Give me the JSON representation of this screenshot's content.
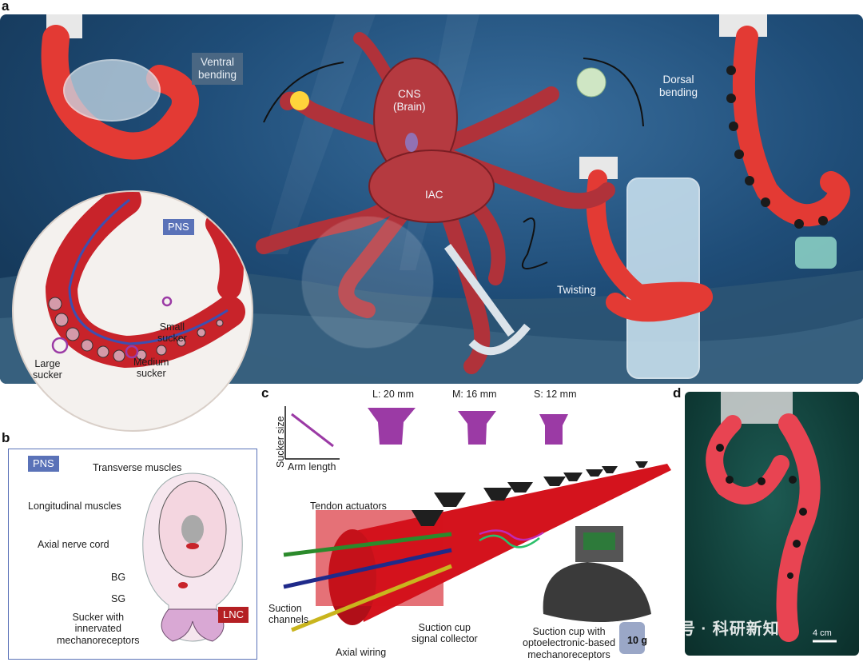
{
  "panels": {
    "a": "a",
    "b": "b",
    "c": "c",
    "d": "d"
  },
  "panel_a": {
    "ventral_bending": "Ventral\nbending",
    "dorsal_bending": "Dorsal\nbending",
    "twisting": "Twisting",
    "cns": "CNS\n(Brain)",
    "iac": "IAC",
    "pns": "PNS",
    "large_sucker": "Large\nsucker",
    "medium_sucker": "Medium\nsucker",
    "small_sucker": "Small\nsucker"
  },
  "panel_b": {
    "pns_tag": "PNS",
    "transverse_muscles": "Transverse muscles",
    "longitudinal_muscles": "Longitudinal muscles",
    "axial_nerve_cord": "Axial nerve cord",
    "bg": "BG",
    "sg": "SG",
    "lnc": "LNC",
    "sucker_innervated": "Sucker with\ninnervated\nmechanoreceptors"
  },
  "panel_c": {
    "sucker_size": "Sucker size",
    "arm_length": "Arm length",
    "l_size": "L: 20 mm",
    "m_size": "M: 16 mm",
    "s_size": "S: 12 mm",
    "tendon_actuators": "Tendon actuators",
    "suction_channels": "Suction\nchannels",
    "axial_wiring": "Axial wiring",
    "signal_collector": "Suction cup\nsignal collector",
    "optoelectronic": "Suction cup with\noptoelectronic-based\nmechanoreceptors",
    "weight": "10 g"
  },
  "panel_d": {
    "scale": "4 cm"
  },
  "watermark": "公众号 · 科研新知",
  "colors": {
    "arm_red": "#c8232a",
    "sucker_purple": "#9b3aa5",
    "nerve_blue": "#3d4fb0",
    "pns_blue": "#5a72b8",
    "lnc_red": "#b41f23"
  }
}
